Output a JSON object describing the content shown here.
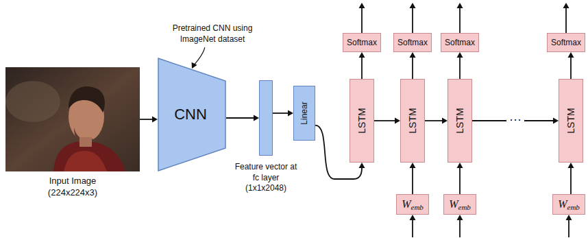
{
  "diagram": {
    "nodes": [
      {
        "text": [
          "Input Image (224x224x3)"
        ]
      },
      {
        "text": [
          "CNN"
        ]
      },
      {
        "text": [
          "Feature vector at fc layer (1x1x2048)"
        ]
      },
      {
        "text": [
          "Linear"
        ]
      },
      {
        "text": [
          "Softmax"
        ]
      },
      {
        "text": [
          "Softmax"
        ]
      },
      {
        "text": [
          "Softmax"
        ]
      },
      {
        "text": [
          "Softmax"
        ]
      },
      {
        "text": [
          "LSTM"
        ]
      },
      {
        "text": [
          "LSTM"
        ]
      },
      {
        "text": [
          "LSTM"
        ]
      },
      {
        "text": [
          "LSTM"
        ]
      },
      {
        "text": [
          "W",
          "emb"
        ]
      },
      {
        "text": [
          "W",
          "emb"
        ]
      },
      {
        "text": [
          "W",
          "emb"
        ]
      }
    ],
    "edges": [
      {
        "from": 0,
        "to": 1,
        "arrow": "to"
      },
      {
        "from": 1,
        "to": 2,
        "arrow": "to"
      },
      {
        "from": 2,
        "to": 3,
        "arrow": "to"
      },
      {
        "from": 3,
        "to": 8,
        "arrow": "to"
      },
      {
        "from": 8,
        "to": 4,
        "arrow": "to"
      },
      {
        "from": 9,
        "to": 5,
        "arrow": "to"
      },
      {
        "from": 10,
        "to": 6,
        "arrow": "to"
      },
      {
        "from": 11,
        "to": 7,
        "arrow": "to"
      },
      {
        "from": 8,
        "to": 9,
        "arrow": "to"
      },
      {
        "from": 9,
        "to": 10,
        "arrow": "to"
      },
      {
        "from": 10,
        "to": 11,
        "label": "···",
        "arrow": "to"
      },
      {
        "from": 12,
        "to": 9,
        "arrow": "to"
      },
      {
        "from": 13,
        "to": 10,
        "arrow": "to"
      },
      {
        "from": 14,
        "to": 11,
        "arrow": "to"
      }
    ],
    "labels": [
      "Pretrained CNN using ImageNet dataset"
    ]
  }
}
